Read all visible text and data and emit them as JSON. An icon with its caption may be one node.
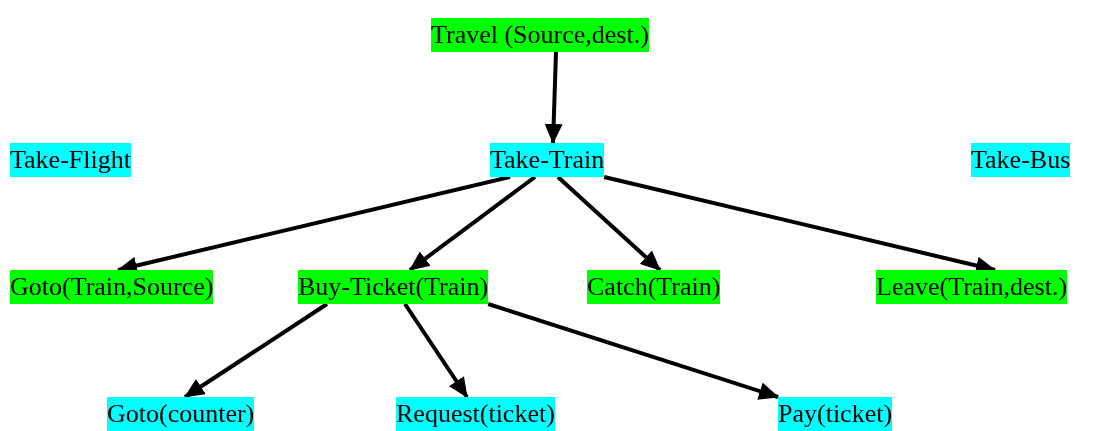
{
  "diagram": {
    "nodes": [
      {
        "text": [
          "Travel (Source,dest.)"
        ]
      },
      {
        "text": [
          "Take-Flight"
        ]
      },
      {
        "text": [
          "Take-Train"
        ]
      },
      {
        "text": [
          "Take-Bus"
        ]
      },
      {
        "text": [
          "Goto(Train,Source)"
        ]
      },
      {
        "text": [
          "Buy-Ticket(Train)"
        ]
      },
      {
        "text": [
          "Catch(Train)"
        ]
      },
      {
        "text": [
          "Leave(Train,dest.)"
        ]
      },
      {
        "text": [
          "Goto(counter)"
        ]
      },
      {
        "text": [
          "Request(ticket)"
        ]
      },
      {
        "text": [
          "Pay(ticket)"
        ]
      }
    ],
    "edges": [
      {
        "from": 0,
        "to": 2,
        "arrow": "to"
      },
      {
        "from": 2,
        "to": 4,
        "arrow": "to"
      },
      {
        "from": 2,
        "to": 5,
        "arrow": "to"
      },
      {
        "from": 2,
        "to": 6,
        "arrow": "to"
      },
      {
        "from": 2,
        "to": 7,
        "arrow": "to"
      },
      {
        "from": 5,
        "to": 8,
        "arrow": "to"
      },
      {
        "from": 5,
        "to": 9,
        "arrow": "to"
      },
      {
        "from": 5,
        "to": 10,
        "arrow": "to"
      }
    ]
  }
}
